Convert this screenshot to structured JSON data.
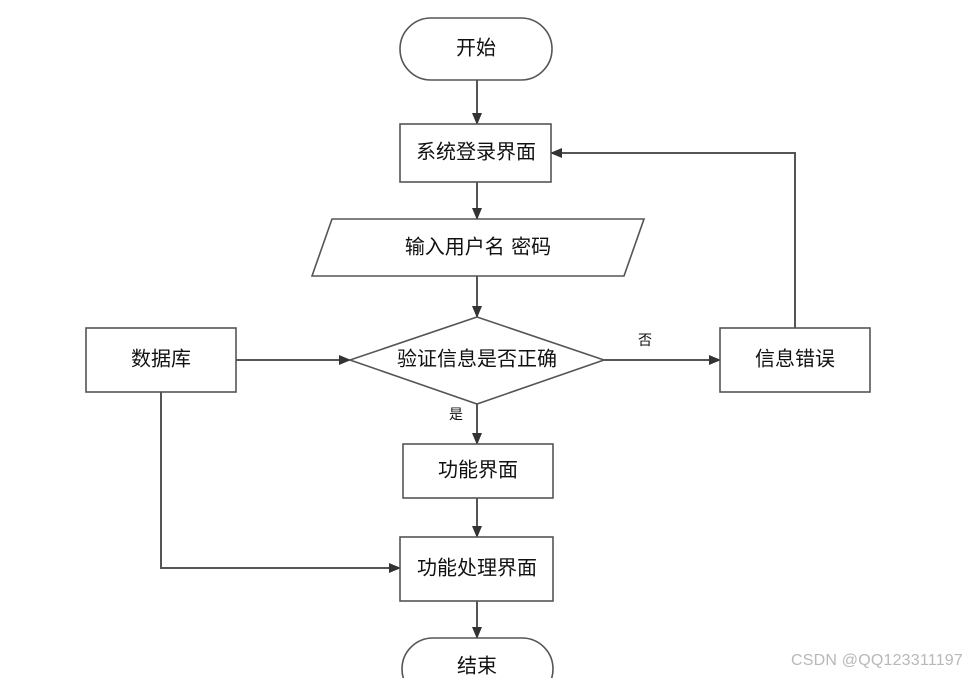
{
  "nodes": {
    "start": "开始",
    "login_page": "系统登录界面",
    "input_credentials": "输入用户名 密码",
    "verify_info": "验证信息是否正确",
    "database": "数据库",
    "info_error": "信息错误",
    "function_page": "功能界面",
    "function_processing_page": "功能处理界面",
    "end": "结束"
  },
  "edge_labels": {
    "no": "否",
    "yes": "是"
  },
  "watermark": "CSDN @QQ123311197",
  "colors": {
    "stroke": "#555555",
    "text": "#111111",
    "watermark": "#b8b8b8"
  }
}
